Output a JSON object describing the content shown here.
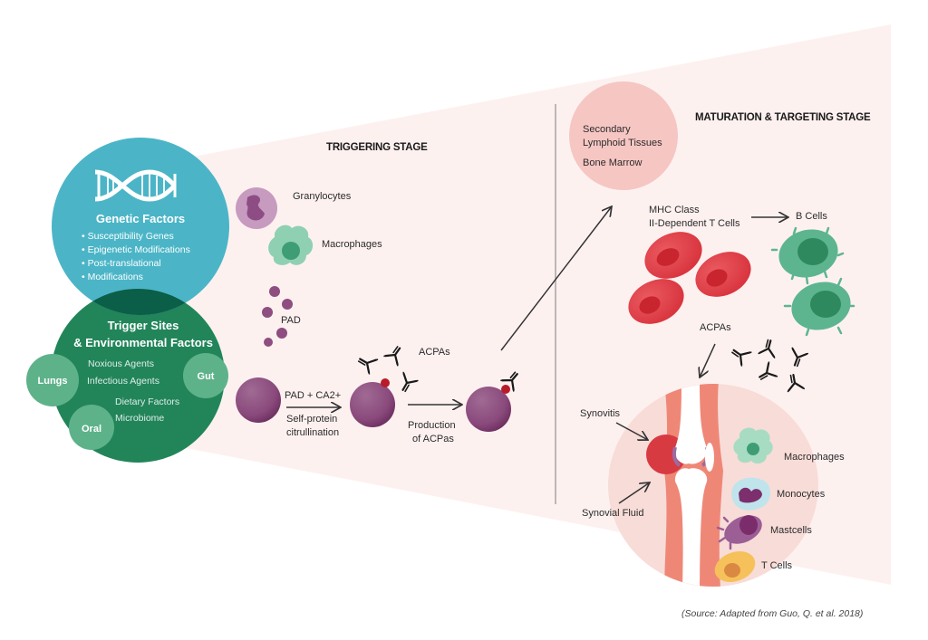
{
  "colors": {
    "cone_bg": "#fdf1f0",
    "genetic_circle": "#4bb5c7",
    "trigger_circle": "#22855a",
    "trigger_overlap": "#0b5e47",
    "site_circle": "#5eb28a",
    "purple_cell": "#8e4e80",
    "acpa_dot": "#b81c28",
    "red_cell": "#e2444d",
    "b_cell": "#5db58f",
    "lymphoid_circle": "#f6c6c3",
    "joint_bg": "#f8dcd8"
  },
  "genetic": {
    "title": "Genetic Factors",
    "icon": "dna-icon",
    "items": [
      "• Susceptibility Genes",
      "• Epigenetic Modifications",
      "• Post-translational",
      "• Modifications"
    ]
  },
  "trigger": {
    "title_line1": "Trigger Sites",
    "title_line2": "& Environmental Factors",
    "factors": [
      "Noxious Agents",
      "Infectious Agents",
      "Dietary Factors",
      "Microbiome"
    ],
    "sites": [
      "Lungs",
      "Gut",
      "Oral"
    ]
  },
  "triggering_stage": {
    "title": "TRIGGERING STAGE",
    "granulocytes": "Granylocytes",
    "macrophages": "Macrophages",
    "pad": "PAD",
    "step1_top": "PAD + CA2+",
    "step1_bottom_1": "Self-protein",
    "step1_bottom_2": "citrullination",
    "acpas": "ACPAs",
    "step2_1": "Production",
    "step2_2": "of ACPas"
  },
  "maturation_stage": {
    "title": "MATURATION & TARGETING STAGE",
    "lymphoid_1": "Secondary",
    "lymphoid_2": "Lymphoid Tissues",
    "lymphoid_3": "Bone Marrow",
    "mhc_1": "MHC Class",
    "mhc_2": "II-Dependent T Cells",
    "b_cells": "B Cells",
    "acpas": "ACPAs"
  },
  "joint": {
    "synovitis": "Synovitis",
    "synovial_fluid": "Synovial Fluid",
    "cells": [
      "Macrophages",
      "Monocytes",
      "Mastcells",
      "T Cells"
    ]
  },
  "source": "(Source: Adapted from Guo, Q. et al. 2018)"
}
